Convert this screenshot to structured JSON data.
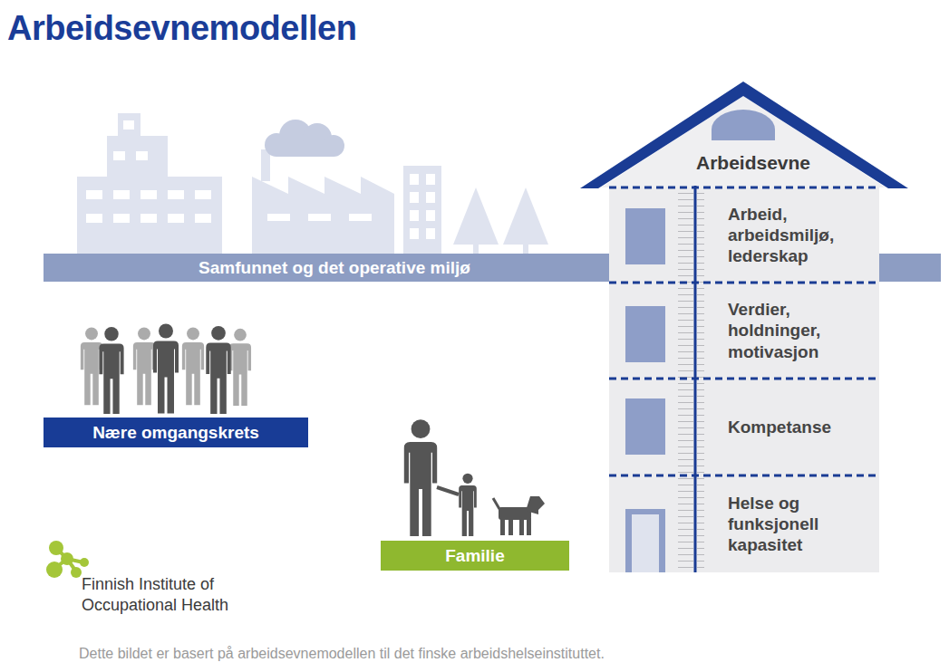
{
  "diagram": {
    "title": "Arbeidsevnemodellen",
    "caption": "Dette bildet er basert på arbeidsevnemodellen til det finske arbeidshelseinstituttet.",
    "nodes": [
      {
        "text": [
          "Arbeidsevne"
        ]
      },
      {
        "text": [
          "Arbeid, arbeidsmiljø, lederskap"
        ],
        "in": 0
      },
      {
        "text": [
          "Verdier, holdninger, motivasjon"
        ],
        "in": 0
      },
      {
        "text": [
          "Kompetanse"
        ],
        "in": 0
      },
      {
        "text": [
          "Helse og funksjonell kapasitet"
        ],
        "in": 0
      },
      {
        "text": [
          "Samfunnet og det operative miljø"
        ]
      },
      {
        "text": [
          "Nære omgangskrets"
        ]
      },
      {
        "text": [
          "Familie"
        ]
      }
    ],
    "labels": [
      "Finnish Institute of Occupational Health"
    ]
  }
}
